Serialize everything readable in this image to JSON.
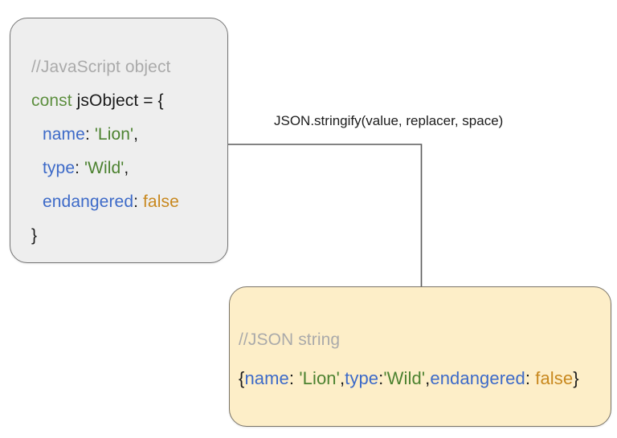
{
  "diagram": {
    "title": "JSON.stringify conversion diagram",
    "colors": {
      "js_box_fill": "#eeeeee",
      "js_box_border": "#757575",
      "json_box_fill": "#fdeec8",
      "json_box_border": "#7a7468",
      "connector": "#5a5a5a",
      "comment": "#aaaaaa",
      "keyword": "#5d8f3f",
      "key": "#3d6ac8",
      "string": "#4c8230",
      "boolean": "#c8881e",
      "plain": "#1a1a1a"
    }
  },
  "js_box": {
    "comment": "//JavaScript object",
    "declaration": {
      "keyword": "const",
      "rest": " jsObject = {"
    },
    "properties": [
      {
        "key": "name",
        "colon": ": ",
        "value": "'Lion'",
        "value_type": "string",
        "trailing": ","
      },
      {
        "key": "type",
        "colon": ": ",
        "value": "'Wild'",
        "value_type": "string",
        "trailing": ","
      },
      {
        "key": "endangered",
        "colon": ": ",
        "value": "false",
        "value_type": "boolean",
        "trailing": ""
      }
    ],
    "closing_brace": "}"
  },
  "edge": {
    "label": "JSON.stringify(value, replacer, space)"
  },
  "json_box": {
    "comment": "//JSON string",
    "string": {
      "open_brace": "{",
      "parts": [
        {
          "key": "name",
          "colon": ": ",
          "value": "'Lion'",
          "value_type": "string",
          "trailing": ","
        },
        {
          "key": "type",
          "colon": ":",
          "value": "'Wild'",
          "value_type": "string",
          "trailing": ","
        },
        {
          "key": "endangered",
          "colon": ": ",
          "value": "false",
          "value_type": "boolean",
          "trailing": ""
        }
      ],
      "close_brace": "}"
    }
  }
}
